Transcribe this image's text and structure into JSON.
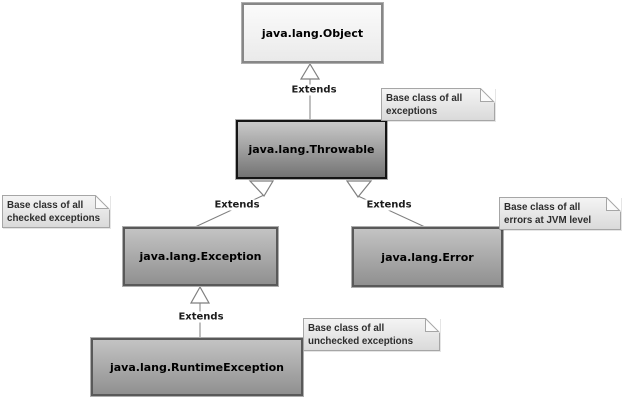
{
  "classes": [
    {
      "label": "java.lang.Object"
    },
    {
      "label": "java.lang.Throwable"
    },
    {
      "label": "java.lang.Exception"
    },
    {
      "label": "java.lang.Error"
    },
    {
      "label": "java.lang.RuntimeException"
    }
  ],
  "edges": [
    {
      "label": "Extends",
      "from": "java.lang.Throwable",
      "to": "java.lang.Object"
    },
    {
      "label": "Extends",
      "from": "java.lang.Exception",
      "to": "java.lang.Throwable"
    },
    {
      "label": "Extends",
      "from": "java.lang.Error",
      "to": "java.lang.Throwable"
    },
    {
      "label": "Extends",
      "from": "java.lang.RuntimeException",
      "to": "java.lang.Exception"
    }
  ],
  "notes": [
    {
      "line1": "Base class of all",
      "line2": "exceptions",
      "attached_to": "java.lang.Throwable"
    },
    {
      "line1": "Base class of all",
      "line2": "checked exceptions",
      "attached_to": "java.lang.Exception"
    },
    {
      "line1": "Base class of all",
      "line2": "errors at JVM level",
      "attached_to": "java.lang.Error"
    },
    {
      "line1": "Base class of all",
      "line2": "unchecked exceptions",
      "attached_to": "java.lang.RuntimeException"
    }
  ],
  "colors": {
    "object_fill_top": "#fbfbfb",
    "object_fill_bottom": "#eaeaea",
    "object_border": "#878787",
    "throwable_fill_top": "#c9c9c9",
    "throwable_fill_bottom": "#747474",
    "throwable_border": "#151515",
    "class_fill_top": "#c3c3c3",
    "class_fill_bottom": "#909090",
    "class_border": "#595959",
    "note_fill_top": "#f4f4f4",
    "note_fill_bottom": "#dadada",
    "note_border": "#a6a6a6",
    "note_text": "#2d2d2d",
    "line": "#7f7f7f"
  }
}
